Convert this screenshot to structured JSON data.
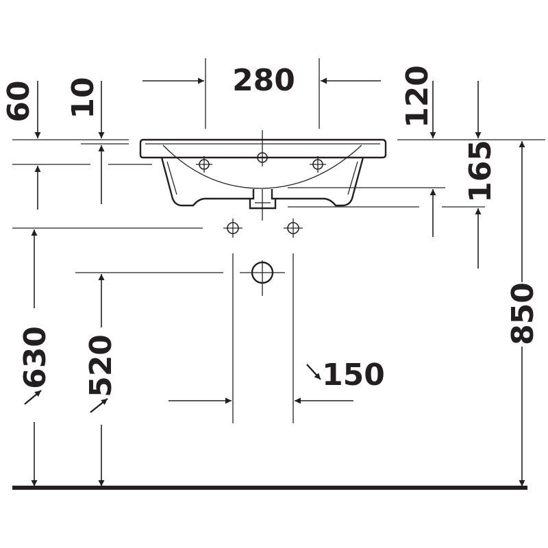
{
  "dimensions": {
    "width_280": "280",
    "top_60": "60",
    "top_10": "10",
    "top_120": "120",
    "right_165": "165",
    "height_850": "850",
    "height_630": "630",
    "height_520": "520",
    "spacing_150": "150"
  },
  "colors": {
    "ink": "#231f20",
    "background": "#ffffff"
  }
}
